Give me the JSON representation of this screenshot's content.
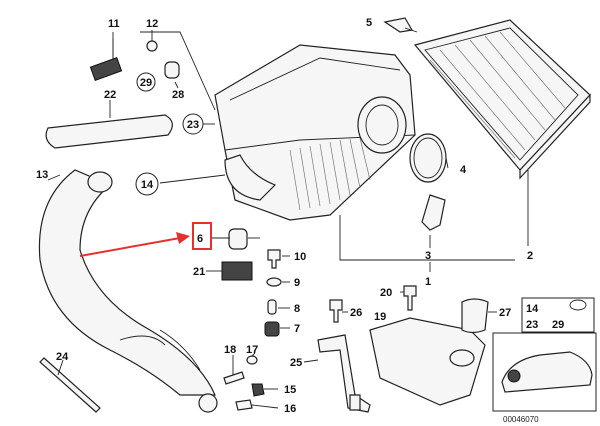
{
  "callouts": {
    "c1": "1",
    "c2": "2",
    "c3": "3",
    "c4": "4",
    "c5": "5",
    "c6": "6",
    "c7": "7",
    "c8": "8",
    "c9": "9",
    "c10": "10",
    "c11": "11",
    "c12": "12",
    "c13": "13",
    "c14": "14",
    "c15": "15",
    "c16": "16",
    "c17": "17",
    "c18": "18",
    "c19": "19",
    "c20": "20",
    "c21": "21",
    "c22": "22",
    "c23": "23",
    "c24": "24",
    "c25": "25",
    "c26": "26",
    "c27": "27",
    "c28": "28",
    "c29": "29"
  },
  "circled": {
    "c14": "14",
    "c23": "23",
    "c29": "29"
  },
  "legend_box": {
    "l14": "14",
    "l23": "23",
    "l29": "29"
  },
  "reference_number": "00046070",
  "colors": {
    "highlight": "#e53030",
    "ink": "#222222"
  }
}
